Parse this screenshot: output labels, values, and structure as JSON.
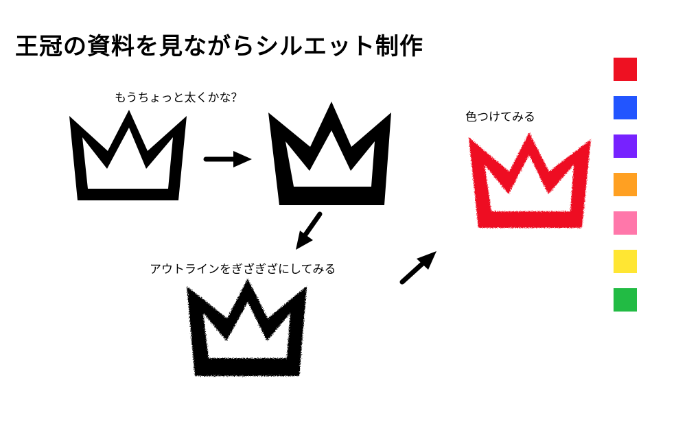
{
  "title": "王冠の資料を見ながらシルエット制作",
  "captions": {
    "thicker": "もうちょっと太くかな？",
    "jagged": "アウトラインをぎざぎざにしてみる",
    "color": "色つけてみる"
  },
  "colors": {
    "crown_fill": "#000000",
    "crown_red": "#ee1122",
    "arrow": "#000000"
  },
  "palette": [
    {
      "name": "red",
      "color": "#ee1122"
    },
    {
      "name": "blue",
      "color": "#2255ff"
    },
    {
      "name": "purple",
      "color": "#7722ff"
    },
    {
      "name": "orange",
      "color": "#ffa022"
    },
    {
      "name": "pink",
      "color": "#ff77aa"
    },
    {
      "name": "yellow",
      "color": "#ffe633"
    },
    {
      "name": "green",
      "color": "#22bb44"
    }
  ]
}
